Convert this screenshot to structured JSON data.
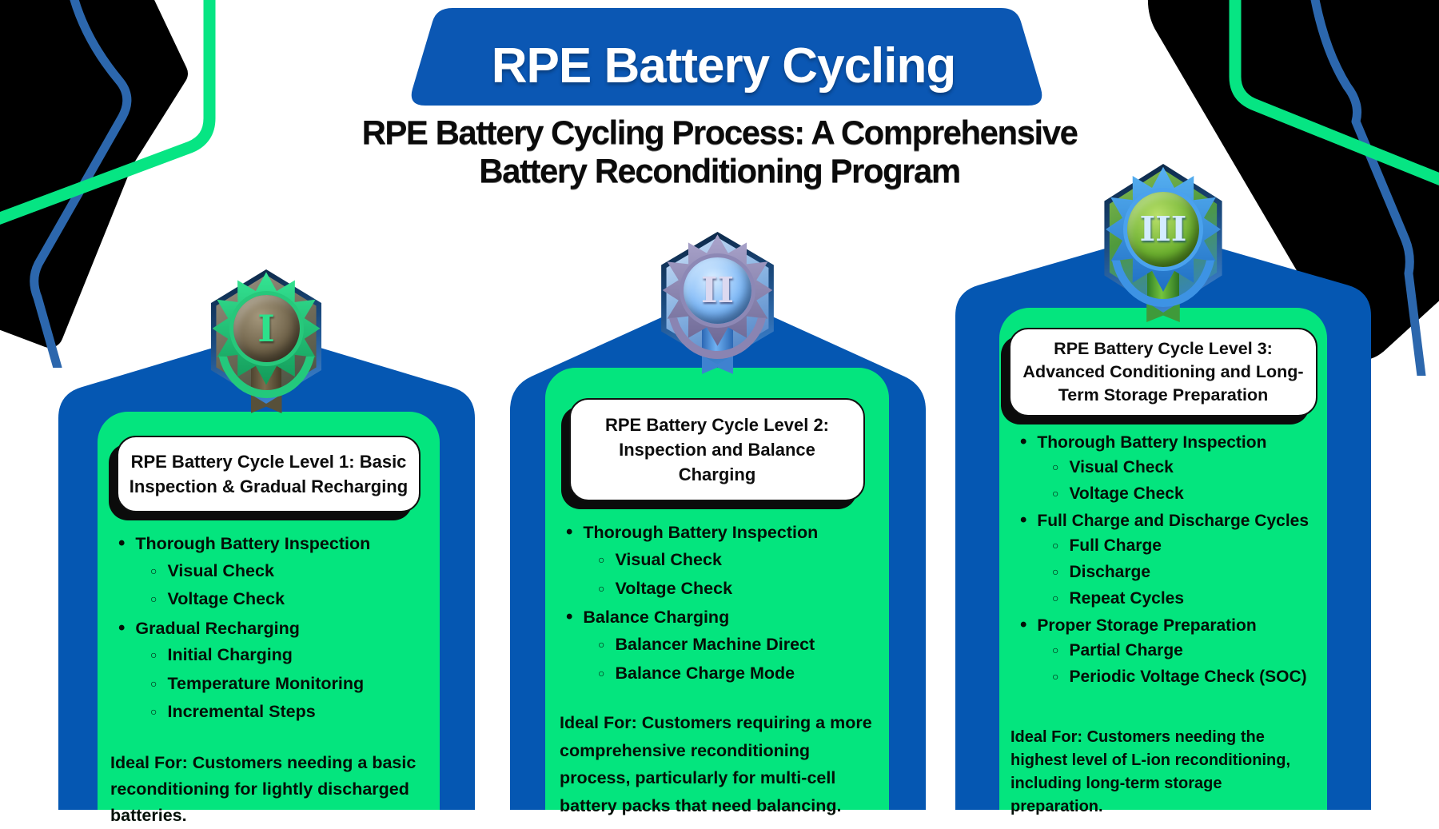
{
  "banner": {
    "title": "RPE Battery Cycling"
  },
  "subtitle": {
    "line1": "RPE Battery Cycling Process: A Comprehensive",
    "line2": "Battery Reconditioning Program"
  },
  "colors": {
    "banner_blue": "#0b57b3",
    "card_blue": "#0557b2",
    "panel_green": "#04e57e",
    "deco_line_green": "#06e583",
    "deco_line_blue": "#2c67ad",
    "title_box_bg": "#ffffff",
    "text_black": "#0b0b0b"
  },
  "cards": [
    {
      "level": "I",
      "title_lines": [
        "RPE Battery Cycle Level 1: Basic",
        "Inspection & Gradual Recharging"
      ],
      "bullets": [
        {
          "t": "Thorough Battery Inspection",
          "subs": [
            "Visual Check",
            "Voltage Check"
          ]
        },
        {
          "t": "Gradual Recharging",
          "subs": [
            "Initial Charging",
            "Temperature Monitoring",
            "Incremental Steps"
          ]
        }
      ],
      "ideal": "Ideal For: Customers needing a basic reconditioning for lightly discharged batteries."
    },
    {
      "level": "II",
      "title_lines": [
        "RPE Battery Cycle Level 2:",
        "Inspection and Balance Charging"
      ],
      "bullets": [
        {
          "t": "Thorough Battery Inspection",
          "subs": [
            "Visual Check",
            "Voltage Check"
          ]
        },
        {
          "t": "Balance Charging",
          "subs": [
            "Balancer Machine Direct",
            "Balance Charge Mode"
          ]
        }
      ],
      "ideal": "Ideal For: Customers requiring a more comprehensive reconditioning process, particularly for multi-cell battery packs that need balancing."
    },
    {
      "level": "III",
      "title_lines": [
        "RPE Battery Cycle Level 3:",
        "Advanced Conditioning and Long-",
        "Term Storage Preparation"
      ],
      "bullets": [
        {
          "t": "Thorough Battery Inspection",
          "subs": [
            "Visual Check",
            "Voltage Check"
          ]
        },
        {
          "t": "Full Charge and Discharge Cycles",
          "subs": [
            "Full Charge",
            "Discharge",
            "Repeat Cycles"
          ]
        },
        {
          "t": "Proper Storage Preparation",
          "subs": [
            "Partial Charge",
            "Periodic Voltage Check (SOC)"
          ]
        }
      ],
      "ideal": "Ideal For: Customers needing the highest level of L-ion reconditioning, including long-term storage preparation."
    }
  ]
}
